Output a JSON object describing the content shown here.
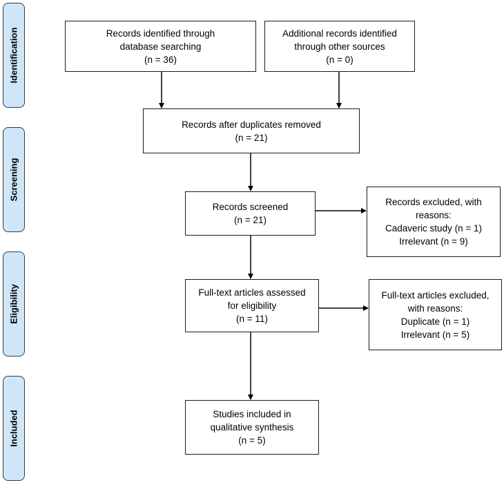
{
  "phases": {
    "identification": "Identification",
    "screening": "Screening",
    "eligibility": "Eligibility",
    "included": "Included"
  },
  "boxes": {
    "database": {
      "lines": [
        "Records identified through",
        "database searching",
        "(n = 36)"
      ]
    },
    "other_sources": {
      "lines": [
        "Additional records identified",
        "through other sources",
        "(n = 0)"
      ]
    },
    "duplicates_removed": {
      "lines": [
        "Records after duplicates removed",
        "(n = 21)"
      ]
    },
    "screened": {
      "lines": [
        "Records screened",
        "(n = 21)"
      ]
    },
    "excluded_records": {
      "lines": [
        "Records excluded, with",
        "reasons:",
        "Cadaveric study (n = 1)",
        "Irrelevant (n = 9)"
      ]
    },
    "fulltext_assessed": {
      "lines": [
        "Full-text articles assessed",
        "for eligibility",
        "(n = 11)"
      ]
    },
    "fulltext_excluded": {
      "lines": [
        "Full-text articles excluded,",
        "with reasons:",
        "Duplicate (n = 1)",
        "Irrelevant (n = 5)"
      ]
    },
    "included": {
      "lines": [
        "Studies included in",
        "qualitative synthesis",
        "(n = 5)"
      ]
    }
  },
  "colors": {
    "phase_fill": "#cfe6f8",
    "border": "#1a1a1a",
    "arrow": "#000000"
  }
}
